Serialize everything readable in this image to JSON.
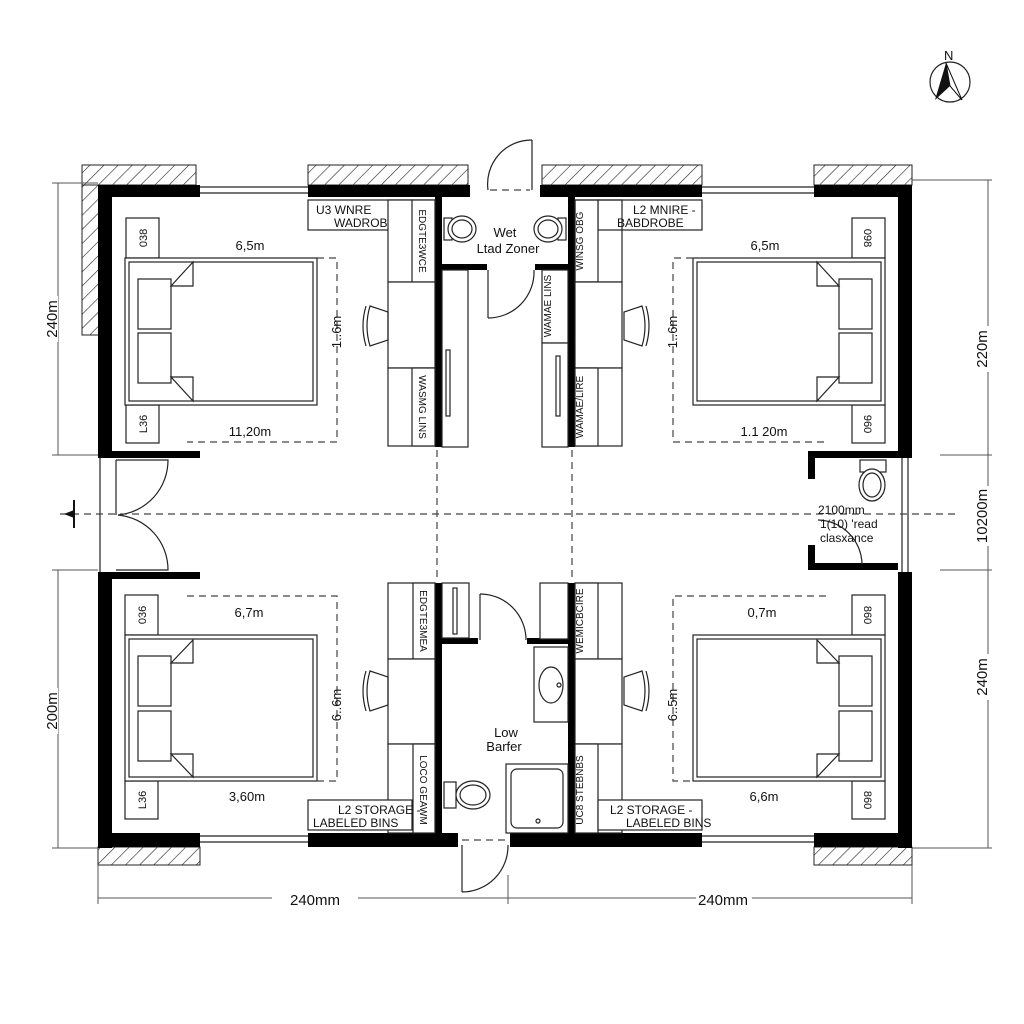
{
  "plan": {
    "north_label": "N",
    "wet_zone_label_1": "Wet",
    "wet_zone_label_2": "Ltad Zoner",
    "low_barrier_label_1": "Low",
    "low_barrier_label_2": "Barfer",
    "clearance_label_1": "2100mm",
    "clearance_label_2": "1(10) 'read",
    "clearance_label_3": "clasxance"
  },
  "rooms": {
    "top_left": {
      "wardrobe_line1": "U3 WNRE",
      "wardrobe_line2": "WADROBE",
      "vertical_label_upper": "EDGTE3WCE",
      "vertical_label_lower": "WASMG LINS",
      "width_label": "6,5m",
      "depth_label": "1..6m",
      "bottom_label": "11,20m",
      "tag_top": "038",
      "tag_bottom": "L36"
    },
    "top_right": {
      "wardrobe_line1": "L2 MNIRE -",
      "wardrobe_line2": "BABDROBE",
      "vertical_label_upper": "WINSG OBG",
      "vertical_label_mid": "WAMAE LINS",
      "vertical_label_lower": "WAMAE/LIRE",
      "width_label": "6,5m",
      "depth_label": "1..6m",
      "bottom_label": "1.1 20m",
      "tag_top": "098",
      "tag_bottom": "960"
    },
    "bottom_left": {
      "storage_line1": "L2 STORAGE -",
      "storage_line2": "LABELED BINS",
      "vertical_label_upper": "EDGTE3MEA",
      "vertical_label_lower": "LOCO GEAWM",
      "width_label": "6,7m",
      "depth_label": "6..6m",
      "bottom_label": "3,60m",
      "tag_top": "036",
      "tag_bottom": "L36"
    },
    "bottom_right": {
      "storage_line1": "L2 STORAGE -",
      "storage_line2": "LABELED BINS",
      "vertical_label_upper": "WEMICBCIRE",
      "vertical_label_lower": "UC8 STEBNBS",
      "width_label": "0,7m",
      "depth_label": "6..5m",
      "bottom_label": "6,6m",
      "tag_top": "860",
      "tag_bottom": "860"
    }
  },
  "dimensions": {
    "left_upper": "240m",
    "left_lower": "200m",
    "right_upper": "220m",
    "right_middle": "10200m",
    "right_lower": "240m",
    "bottom_left": "240mm",
    "bottom_right": "240mm"
  },
  "colors": {
    "wall": "#000000",
    "line": "#222222",
    "background": "#ffffff"
  }
}
